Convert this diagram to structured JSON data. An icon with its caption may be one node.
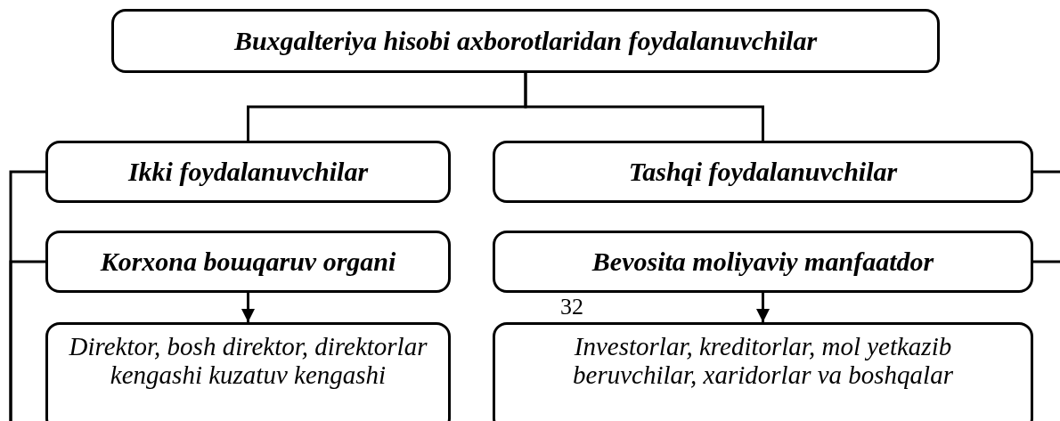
{
  "diagram": {
    "nodes": [
      {
        "text": [
          "Buxgalteriya hisobi axborotlaridan foydalanuvchilar"
        ]
      },
      {
        "text": [
          "Ikki foydalanuvchilar"
        ]
      },
      {
        "text": [
          "Tashqi foydalanuvchilar"
        ]
      },
      {
        "text": [
          "Korxona boшqaruv organi"
        ]
      },
      {
        "text": [
          "Bevosita moliyaviy manfaatdor"
        ]
      },
      {
        "text": [
          "Direktor, bosh direktor, direktorlar kengashi kuzatuv kengashi"
        ]
      },
      {
        "text": [
          "Investorlar, kreditorlar, mol yetkazib beruvchilar, xaridorlar va boshqalar"
        ]
      }
    ],
    "edges": [
      {
        "from": 0,
        "to": 1,
        "arrow": "none"
      },
      {
        "from": 0,
        "to": 2,
        "arrow": "none"
      },
      {
        "from": 3,
        "to": 5,
        "arrow": "to"
      },
      {
        "from": 4,
        "to": 6,
        "arrow": "to"
      },
      {
        "from": 1,
        "to": null,
        "arrow": "none"
      },
      {
        "from": 3,
        "to": null,
        "arrow": "none"
      },
      {
        "from": 2,
        "to": null,
        "arrow": "none"
      },
      {
        "from": 4,
        "to": null,
        "arrow": "none"
      }
    ],
    "labels": [
      "32"
    ]
  }
}
